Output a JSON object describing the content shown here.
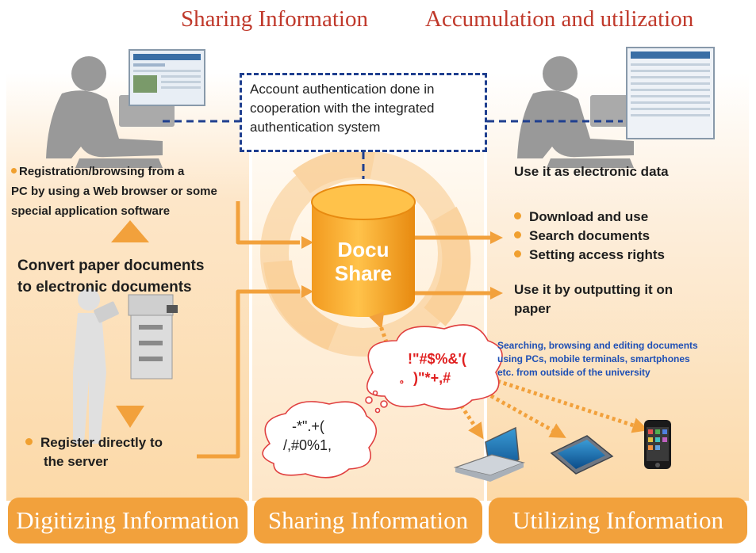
{
  "titles": {
    "top_sharing": "Sharing Information",
    "top_accumulation": "Accumulation and utilization"
  },
  "auth_box": {
    "line1": "Account authentication done in",
    "line2": "cooperation with the integrated",
    "line3": "authentication system"
  },
  "left": {
    "registration_line1": "Registration/browsing from a",
    "registration_line2": "PC by using a Web browser or some",
    "registration_line3": "special application software",
    "convert_line1": "Convert paper documents",
    "convert_line2": "to electronic documents",
    "register_line1": "Register directly to",
    "register_line2": "the server"
  },
  "center": {
    "docushare_line1": "Docu",
    "docushare_line2": "Share",
    "bubble1_line1": "!\"#$%&'(",
    "bubble1_line2": ")\"*+,#",
    "bubble2_line1": "-*\".+(",
    "bubble2_line2": "/,#0%1,"
  },
  "right": {
    "electronic": "Use it as electronic data",
    "download": "Download and use",
    "search": "Search documents",
    "access": "Setting access rights",
    "paper_line1": "Use it by outputting it on",
    "paper_line2": "paper",
    "remote_line1": "Searching, browsing and editing documents",
    "remote_line2": "using PCs, mobile terminals, smartphones",
    "remote_line3": "etc. from outside of the university"
  },
  "bottom": {
    "digitizing": "Digitizing Information",
    "sharing": "Sharing Information",
    "utilizing": "Utilizing Information"
  },
  "colors": {
    "orange": "#f2a13c",
    "title_red": "#c0392b",
    "dash_blue": "#1f3f8f",
    "text_blue": "#1e4fb5"
  }
}
